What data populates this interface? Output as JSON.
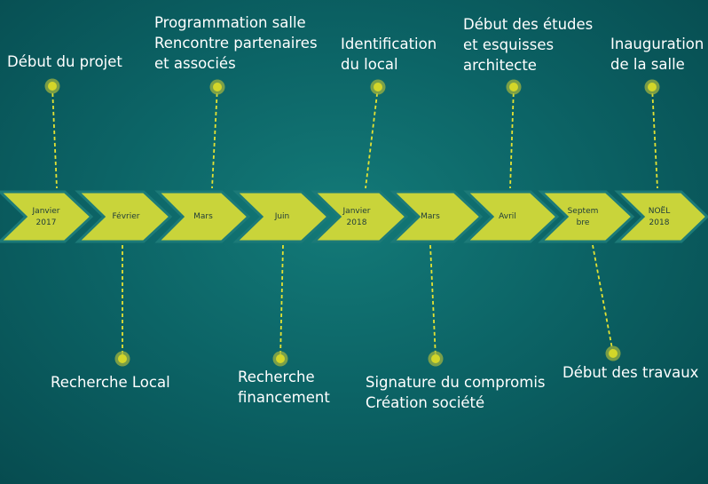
{
  "timeline": {
    "months": [
      "Janvier\n2017",
      "Février",
      "Mars",
      "Juin",
      "Janvier\n2018",
      "Mars",
      "Avril",
      "Septem\nbre",
      "NOËL\n2018"
    ],
    "top_events": [
      "Début du projet",
      "Programmation salle\nRencontre partenaires\net associés",
      "Identification\ndu local",
      "Début des études\net esquisses\narchitecte",
      "Inauguration\nde la salle"
    ],
    "bottom_events": [
      "Recherche Local",
      "Recherche\nfinancement",
      "Signature du compromis\nCréation société",
      "Début des travaux"
    ]
  },
  "colors": {
    "arrow_fill": "#c9d43a",
    "arrow_border": "#1c7a78",
    "connector": "#e3e233",
    "marker": "#d3d629",
    "marker_halo": "#b8c03c",
    "text": "#ffffff"
  }
}
